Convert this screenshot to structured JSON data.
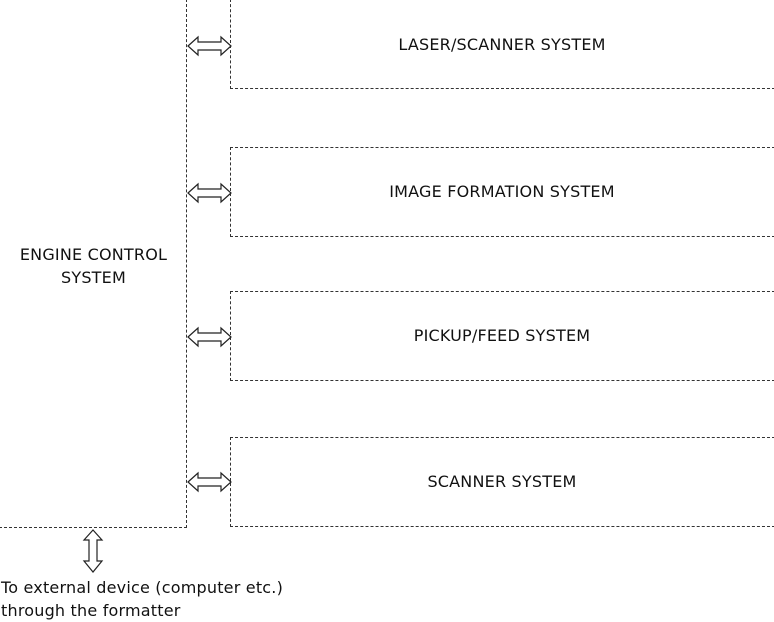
{
  "engine": {
    "line1": "ENGINE CONTROL",
    "line2": "SYSTEM"
  },
  "subsystems": [
    {
      "label": "LASER/SCANNER SYSTEM"
    },
    {
      "label": "IMAGE FORMATION SYSTEM"
    },
    {
      "label": "PICKUP/FEED SYSTEM"
    },
    {
      "label": "SCANNER SYSTEM"
    }
  ],
  "external": {
    "line1": "To external device (computer etc.)",
    "line2": "through the formatter"
  }
}
